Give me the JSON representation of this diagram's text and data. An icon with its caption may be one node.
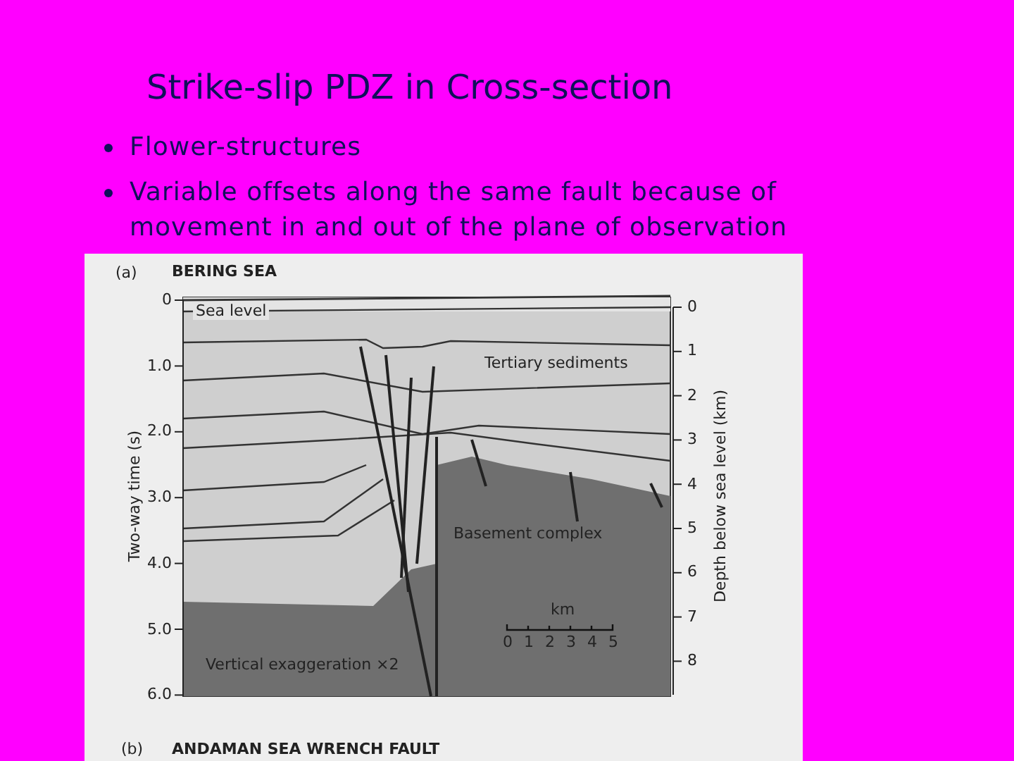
{
  "diagram": {
    "title": "Strike-slip PDZ in Cross-section",
    "labels": [
      "Flower-structures",
      "Variable offsets along the same fault because of movement in and out of the plane of observation",
      "(a)",
      "BERING SEA",
      "Sea level",
      "Tertiary sediments",
      "Basement complex",
      "Vertical exaggeration ×2",
      "km",
      "0",
      "1",
      "2",
      "3",
      "4",
      "5",
      "0",
      "1.0",
      "2.0",
      "3.0",
      "4.0",
      "5.0",
      "6.0",
      "Two-way time (s)",
      "0",
      "1",
      "2",
      "3",
      "4",
      "5",
      "6",
      "7",
      "8",
      "Depth below sea level (km)",
      "(b)",
      "ANDAMAN SEA WRENCH FAULT"
    ]
  }
}
